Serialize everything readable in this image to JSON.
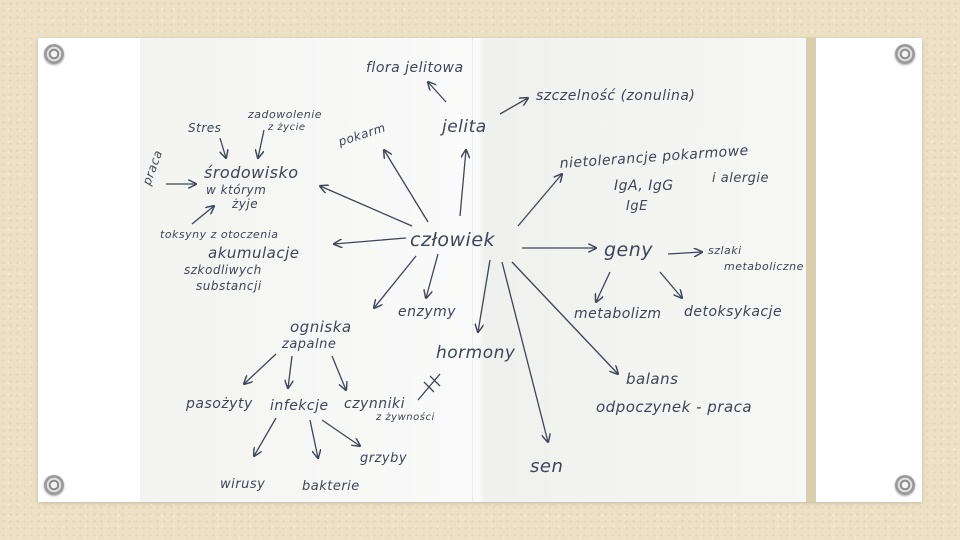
{
  "diagram": {
    "center": "człowiek",
    "nodes": {
      "flora": "flora jelitowa",
      "jelita": "jelita",
      "szczelnosc": "szczelność (zonulina)",
      "pokarm": "pokarm",
      "stres": "Stres",
      "zadowolenie_1": "zadowolenie",
      "zadowolenie_2": "z życie",
      "praca": "praca",
      "srodowisko_1": "środowisko",
      "srodowisko_2": "w którym",
      "srodowisko_3": "żyje",
      "toksyny": "toksyny z otoczenia",
      "akumulacje_1": "akumulacje",
      "akumulacje_2": "szkodliwych",
      "akumulacje_3": "substancji",
      "nietolerancje_1": "nietolerancje pokarmowe",
      "nietolerancje_2": "i alergie",
      "iga_igg": "IgA, IgG",
      "ige": "IgE",
      "geny": "geny",
      "szlaki_1": "szlaki",
      "szlaki_2": "metaboliczne",
      "metabolizm": "metabolizm",
      "detoksykacje": "detoksykacje",
      "enzymy": "enzymy",
      "hormony": "hormony",
      "ogniska_1": "ogniska",
      "ogniska_2": "zapalne",
      "pasozyty": "pasożyty",
      "infekcje": "infekcje",
      "czynniki_1": "czynniki",
      "czynniki_2": "z żywności",
      "wirusy": "wirusy",
      "bakterie": "bakterie",
      "grzyby": "grzyby",
      "balans_1": "balans",
      "balans_2": "odpoczynek - praca",
      "sen": "sen"
    }
  }
}
